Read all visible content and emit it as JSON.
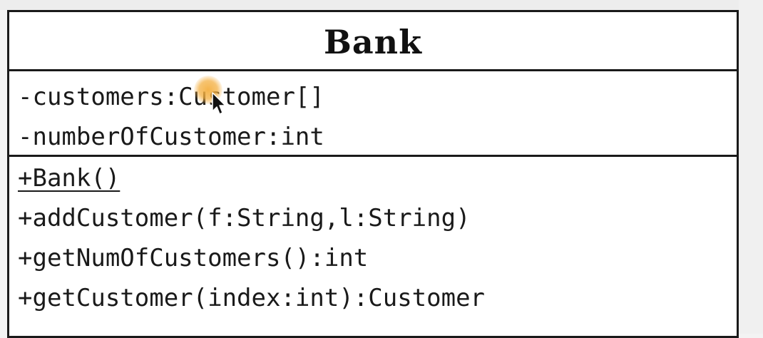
{
  "uml_class": {
    "name": "Bank",
    "attributes": [
      "-customers:Customer[]",
      "-numberOfCustomer:int"
    ],
    "operations": [
      "+Bank()",
      "+addCustomer(f:String,l:String)",
      "+getNumOfCustomers():int",
      "+getCustomer(index:int):Customer"
    ]
  },
  "cursor": {
    "icon": "arrow-pointer-icon",
    "highlight_color": "#f4b042"
  }
}
